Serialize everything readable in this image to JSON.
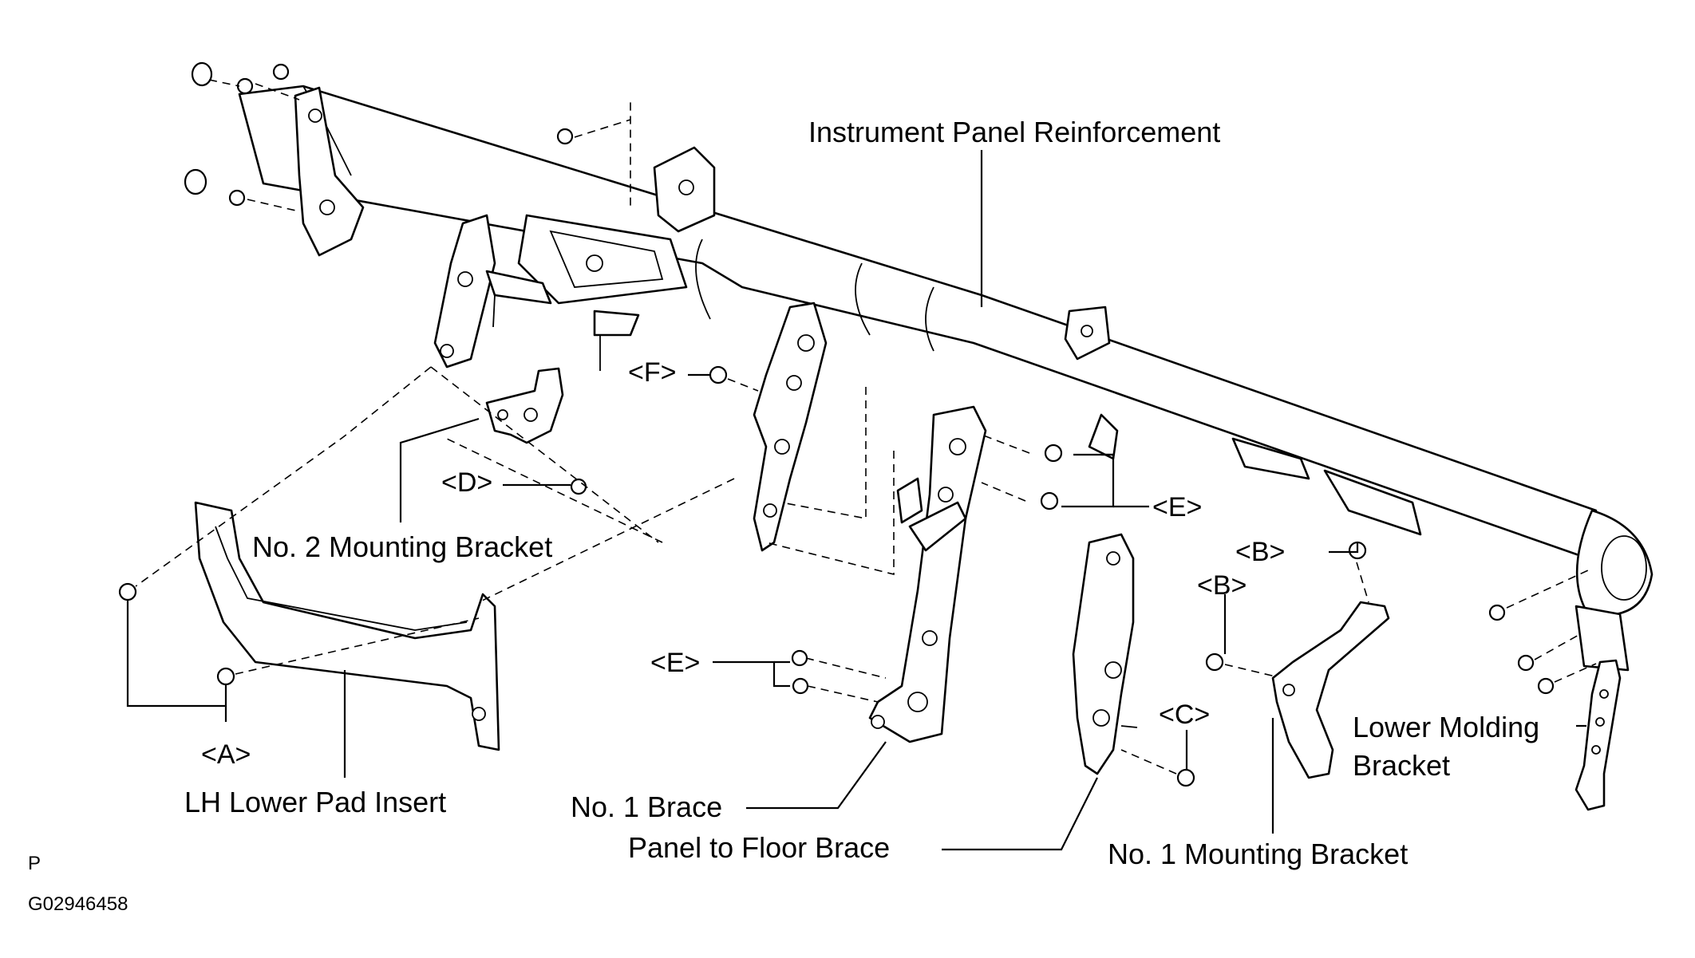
{
  "labels": {
    "instrument_panel_reinforcement": "Instrument Panel Reinforcement",
    "no2_mounting_bracket": "No. 2 Mounting Bracket",
    "lh_lower_pad_insert": "LH Lower Pad Insert",
    "no1_brace": "No. 1 Brace",
    "panel_to_floor_brace": "Panel to Floor Brace",
    "no1_mounting_bracket": "No. 1 Mounting Bracket",
    "lower_molding_bracket_line1": "Lower Molding",
    "lower_molding_bracket_line2": "Bracket"
  },
  "fastener_tags": {
    "a": "<A>",
    "b_upper": "<B>",
    "b_lower": "<B>",
    "c": "<C>",
    "d": "<D>",
    "e_upper": "<E>",
    "e_lower": "<E>",
    "f": "<F>"
  },
  "footer": {
    "view_letter": "P",
    "figure_code": "G02946458"
  }
}
